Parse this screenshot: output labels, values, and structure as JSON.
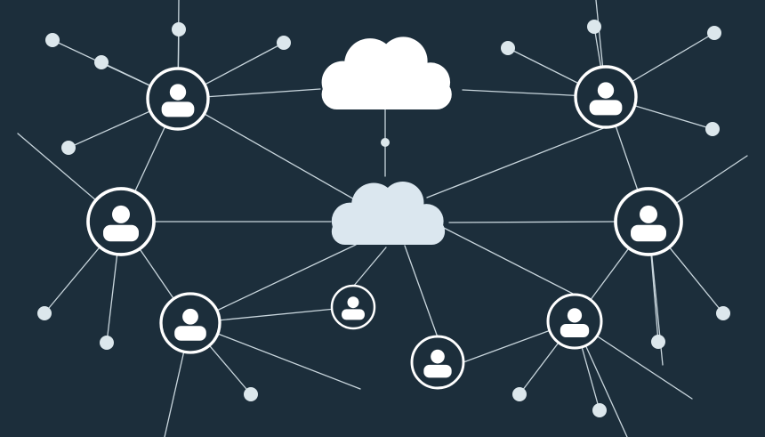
{
  "colors": {
    "background": "#1c2e3b",
    "line": "#c9d6dd",
    "dot": "#dce7ec",
    "ring": "#ffffff",
    "user_fill": "#ffffff",
    "cloud_top": "#ffffff",
    "cloud_center": "#dbe7ef"
  },
  "icons": {
    "user": "user-icon",
    "cloud": "cloud-icon",
    "dot": "node-dot"
  },
  "diagram": {
    "title": "",
    "clouds": [
      {
        "id": "cloud-top"
      },
      {
        "id": "cloud-center"
      }
    ],
    "users": [
      {
        "id": "user-top-left"
      },
      {
        "id": "user-mid-left"
      },
      {
        "id": "user-bottom-left"
      },
      {
        "id": "user-center-small"
      },
      {
        "id": "user-bottom-center"
      },
      {
        "id": "user-top-right"
      },
      {
        "id": "user-mid-right"
      },
      {
        "id": "user-bottom-right"
      }
    ]
  }
}
